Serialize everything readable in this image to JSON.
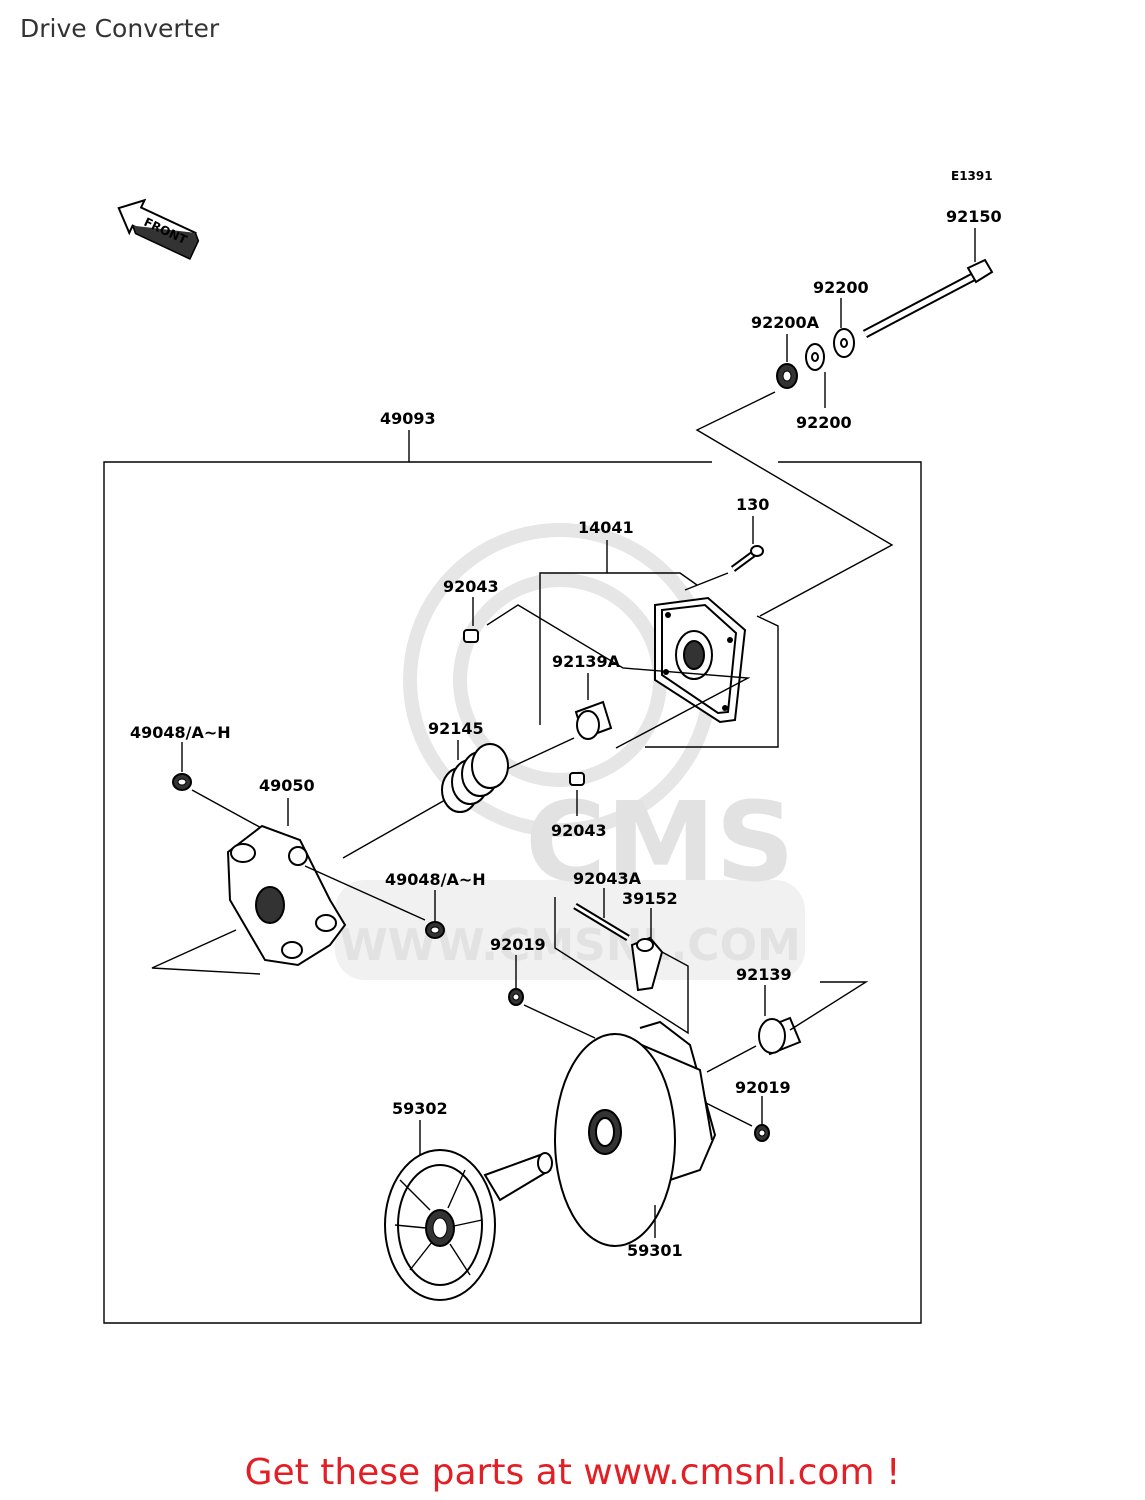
{
  "header": {
    "title": "Drive Converter"
  },
  "diagram": {
    "code": "E1391",
    "orientation_label": "FRONT",
    "watermark": {
      "brand": "CMS",
      "site": "WWW.CMSNL.COM"
    },
    "labels": {
      "p92150": "92150",
      "p92200_top": "92200",
      "p92200A": "92200A",
      "p92200_bottom": "92200",
      "p49093": "49093",
      "p130": "130",
      "p14041": "14041",
      "p92043_top": "92043",
      "p92139A": "92139A",
      "p49048_left": "49048/A~H",
      "p92145": "92145",
      "p49050": "49050",
      "p92043_bottom": "92043",
      "p49048_mid": "49048/A~H",
      "p92043A": "92043A",
      "p39152": "39152",
      "p92019_left": "92019",
      "p92139": "92139",
      "p92019_right": "92019",
      "p59302": "59302",
      "p59301": "59301"
    }
  },
  "footer": {
    "cta": "Get these parts at www.cmsnl.com !"
  }
}
